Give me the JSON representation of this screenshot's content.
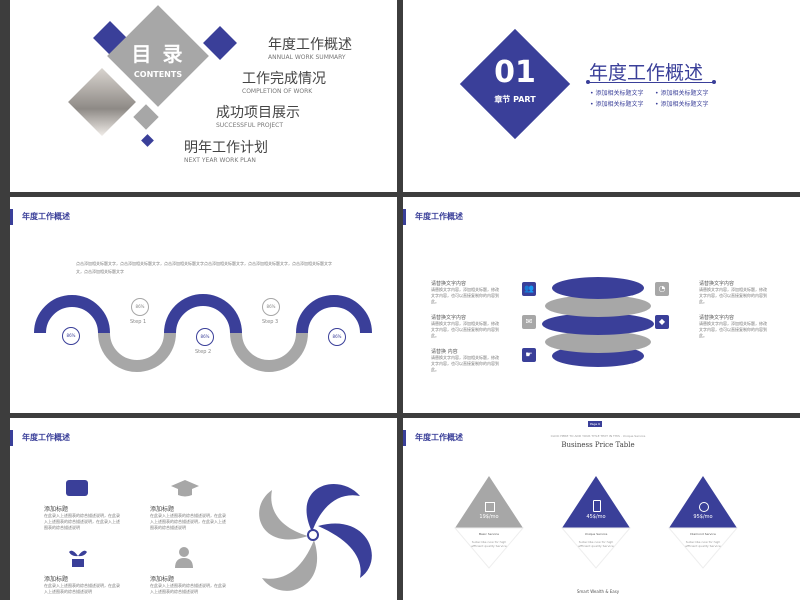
{
  "colors": {
    "accent": "#3a3f99",
    "gray": "#a7a7a7",
    "bg": "#3d3d3d"
  },
  "toc": {
    "title": "目 录",
    "subtitle": "CONTENTS",
    "items": [
      {
        "cn": "年度工作概述",
        "en": "ANNUAL WORK SUMMARY"
      },
      {
        "cn": "工作完成情况",
        "en": "COMPLETION OF WORK"
      },
      {
        "cn": "成功项目展示",
        "en": "SUCCESSFUL PROJECT"
      },
      {
        "cn": "明年工作计划",
        "en": "NEXT YEAR WORK PLAN"
      }
    ]
  },
  "chapter": {
    "num": "01",
    "part": "章节 PART",
    "title": "年度工作概述",
    "bullets": [
      "添加相关标题文字",
      "添加相关标题文字",
      "添加相关标题文字",
      "添加相关标题文字"
    ]
  },
  "section_title": "年度工作概述",
  "steps": {
    "intro": [
      "点击添加相关标题文字，点击添加相关标题文字，点击添加相关标题文字点击添加相关标题文字，点击添加相关标题文字，点击添加相关标题文字",
      "文，点击添加相关标题文字"
    ],
    "pcts": [
      "86%",
      "86%",
      "86%",
      "86%",
      "86%"
    ],
    "labels": [
      "Step 1",
      "Step 2",
      "Step 3"
    ]
  },
  "stack": {
    "left": [
      {
        "title": "请替换文字内容",
        "body": "请替换文字内容，添加相关标题，修改文字内容，也可以直接复制你的内容到此。"
      },
      {
        "title": "请替换文字内容",
        "body": "请替换文字内容，添加相关标题，修改文字内容，也可以直接复制你的内容到此。"
      },
      {
        "title": "请替换 内容",
        "body": "请替换文字内容，添加相关标题，修改文字内容，也可以直接复制你的内容到此。"
      }
    ],
    "right": [
      {
        "title": "请替换文字内容",
        "body": "请替换文字内容，添加相关标题，修改文字内容，也可以直接复制你的内容到此。"
      },
      {
        "title": "请替换文字内容",
        "body": "请替换文字内容，添加相关标题，修改文字内容，也可以直接复制你的内容到此。"
      }
    ]
  },
  "features": [
    {
      "title": "添加标题",
      "body": "在此录入上述图表的综合描述说明，在此录入上述图表的综合描述说明，在此录入上述图表的综合描述说明",
      "icon": "wallet-icon"
    },
    {
      "title": "添加标题",
      "body": "在此录入上述图表的综合描述说明，在此录入上述图表的综合描述说明，在此录入上述图表的综合描述说明",
      "icon": "graduation-cap-icon"
    },
    {
      "title": "添加标题",
      "body": "在此录入上述图表的综合描述说明，在此录入上述图表的综合描述说明",
      "icon": "plant-icon"
    },
    {
      "title": "添加标题",
      "body": "在此录入上述图表的综合描述说明，在此录入上述图表的综合描述说明",
      "icon": "person-icon"
    }
  ],
  "price": {
    "tag": "Page 6",
    "subtitle": "CLICK HERE TO ADD YOUR TITLE TEXT IN THIS · Unique Service",
    "title": "Business Price Table",
    "plans": [
      {
        "price": "19$/mo",
        "name": "Basic Service",
        "desc": "Subscribe now for high efficient quality Service"
      },
      {
        "price": "45$/mo",
        "name": "Unique Service",
        "desc": "Subscribe now for high efficient quality Service"
      },
      {
        "price": "95$/mo",
        "name": "Diamond Service",
        "desc": "Subscribe now for high efficient quality Service"
      }
    ],
    "footer": "Smart Wealth & Easy"
  }
}
